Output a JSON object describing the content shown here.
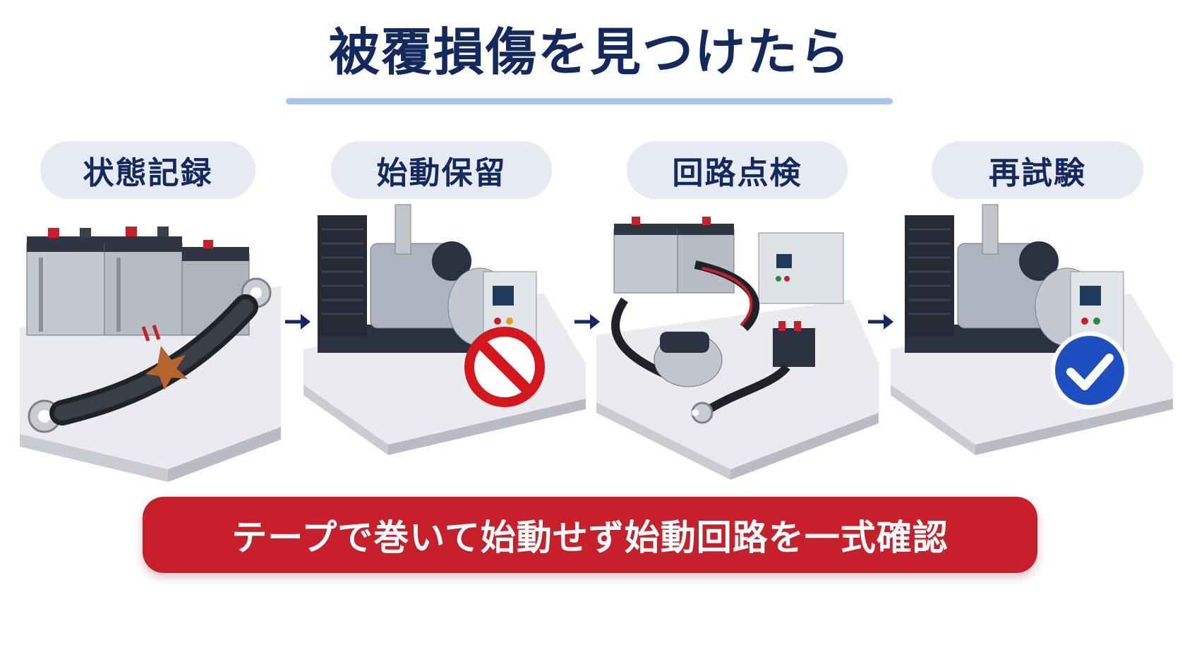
{
  "title": "被覆損傷を見つけたら",
  "steps": [
    {
      "label": "状態記録",
      "icon": "damaged-battery-cable-icon"
    },
    {
      "label": "始動保留",
      "icon": "generator-prohibited-icon"
    },
    {
      "label": "回路点検",
      "icon": "starting-circuit-inspection-icon"
    },
    {
      "label": "再試験",
      "icon": "generator-checked-icon"
    }
  ],
  "arrows": [
    "arrow-right-icon",
    "arrow-right-icon",
    "arrow-right-icon"
  ],
  "banner": {
    "text": "テープで巻いて始動せず始動回路を一式確認"
  },
  "colors": {
    "title": "#142a5e",
    "underline": "#a8c4ef",
    "pill_bg": "#e6eaf2",
    "banner_bg": "#c8202b",
    "prohibit_red": "#d4161d",
    "check_blue": "#1e4fc0"
  }
}
